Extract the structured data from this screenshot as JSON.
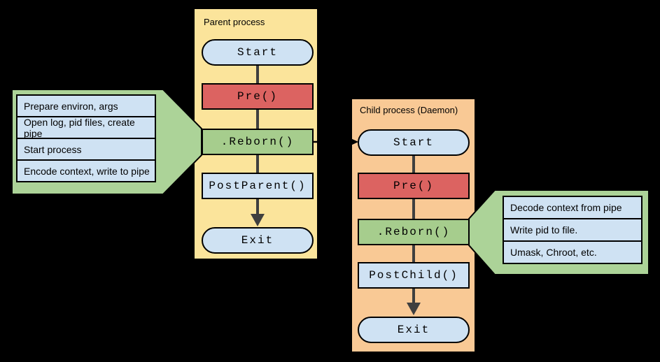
{
  "diagram": {
    "parent": {
      "title": "Parent process",
      "nodes": {
        "start": "Start",
        "pre": "Pre()",
        "reborn": ".Reborn()",
        "post": "PostParent()",
        "exit": "Exit"
      }
    },
    "child": {
      "title": "Child process (Daemon)",
      "nodes": {
        "start": "Start",
        "pre": "Pre()",
        "reborn": ".Reborn()",
        "post": "PostChild()",
        "exit": "Exit"
      }
    },
    "left_callout": {
      "items": [
        "Prepare environ, args",
        "Open log, pid files, create pipe",
        "Start process",
        "Encode context, write to pipe"
      ]
    },
    "right_callout": {
      "items": [
        "Decode context from pipe",
        "Write pid to file.",
        "Umask, Chroot, etc."
      ]
    },
    "colors": {
      "background": "#000000",
      "parent_fill": "#FBE49B",
      "child_fill": "#F9C995",
      "terminal_fill": "#CFE2F3",
      "step_fill": "#CFE2F3",
      "pre_fill": "#DC6361",
      "reborn_fill": "#A6CD8D",
      "callout_fill": "#ACD398",
      "connector": "#3F3F3F",
      "border": "#000000"
    }
  }
}
